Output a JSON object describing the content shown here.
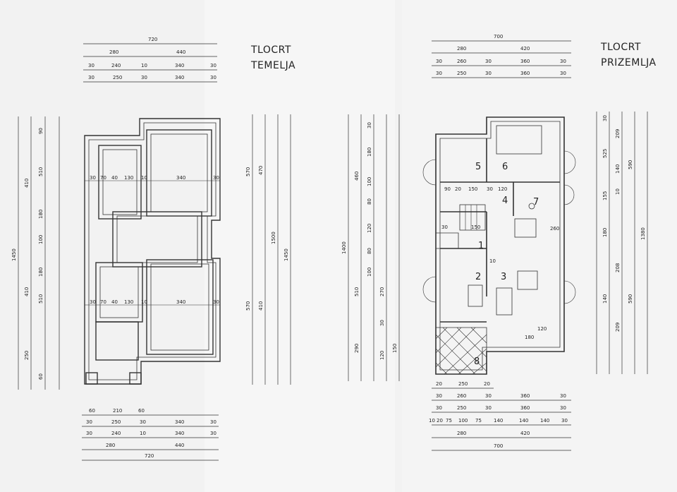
{
  "titles": {
    "foundation": {
      "line1": "TLOCRT",
      "line2": "TEMELJA"
    },
    "ground": {
      "line1": "TLOCRT",
      "line2": "PRIZEMLJA"
    }
  },
  "foundation_dims": {
    "top_row1": [
      "720"
    ],
    "top_row2": [
      "280",
      "440"
    ],
    "top_row3": [
      "30",
      "240",
      "10",
      "340",
      "30"
    ],
    "top_row4": [
      "30",
      "250",
      "30",
      "340",
      "30"
    ],
    "inner_upper": [
      "30",
      "70",
      "40",
      "130",
      "10",
      "340",
      "30"
    ],
    "inner_lower": [
      "30",
      "70",
      "40",
      "130",
      "10",
      "340",
      "30"
    ],
    "bottom_row1": [
      "60",
      "210",
      "60"
    ],
    "bottom_row2": [
      "30",
      "250",
      "30",
      "340",
      "30"
    ],
    "bottom_row3": [
      "30",
      "240",
      "10",
      "340",
      "30"
    ],
    "bottom_row4": [
      "280",
      "440"
    ],
    "bottom_row5": [
      "720"
    ],
    "left_outer": [
      "1450"
    ],
    "left_mid": [
      "410",
      "410",
      "250"
    ],
    "left_inner": [
      "90",
      "510",
      "180",
      "100",
      "180",
      "510",
      "60"
    ],
    "right_outer": [
      "1450"
    ],
    "right_mid": [
      "1500"
    ],
    "right_inner": [
      "470",
      "570",
      "410",
      "570"
    ]
  },
  "ground_dims": {
    "top_row1": [
      "700"
    ],
    "top_row2": [
      "280",
      "420"
    ],
    "top_row3": [
      "30",
      "260",
      "30",
      "360",
      "30"
    ],
    "top_row4": [
      "30",
      "250",
      "30",
      "360",
      "30"
    ],
    "bottom_row1": [
      "20",
      "250",
      "20"
    ],
    "bottom_row2": [
      "30",
      "260",
      "30",
      "360",
      "30"
    ],
    "bottom_row3": [
      "30",
      "250",
      "30",
      "360",
      "30"
    ],
    "bottom_row4": [
      "10",
      "20",
      "75",
      "100",
      "75",
      "140",
      "140",
      "140",
      "30"
    ],
    "bottom_row5": [
      "280",
      "420"
    ],
    "bottom_row6": [
      "700"
    ],
    "left_outer": [
      "1400"
    ],
    "left_mid": [
      "460",
      "510",
      "290"
    ],
    "left_inner": [
      "30",
      "180",
      "100",
      "80",
      "120",
      "80",
      "100",
      "270",
      "30",
      "120",
      "150"
    ],
    "right_outer": [
      "1380"
    ],
    "right_mid": [
      "590",
      "590"
    ],
    "right_inner": [
      "30",
      "209",
      "525",
      "140",
      "155",
      "10",
      "180",
      "208",
      "140",
      "209"
    ],
    "interior": [
      "90",
      "20",
      "150",
      "30",
      "120",
      "30",
      "150",
      "260",
      "10",
      "120",
      "180"
    ]
  },
  "room_numbers": [
    "1",
    "2",
    "3",
    "4",
    "5",
    "6",
    "7",
    "8"
  ]
}
